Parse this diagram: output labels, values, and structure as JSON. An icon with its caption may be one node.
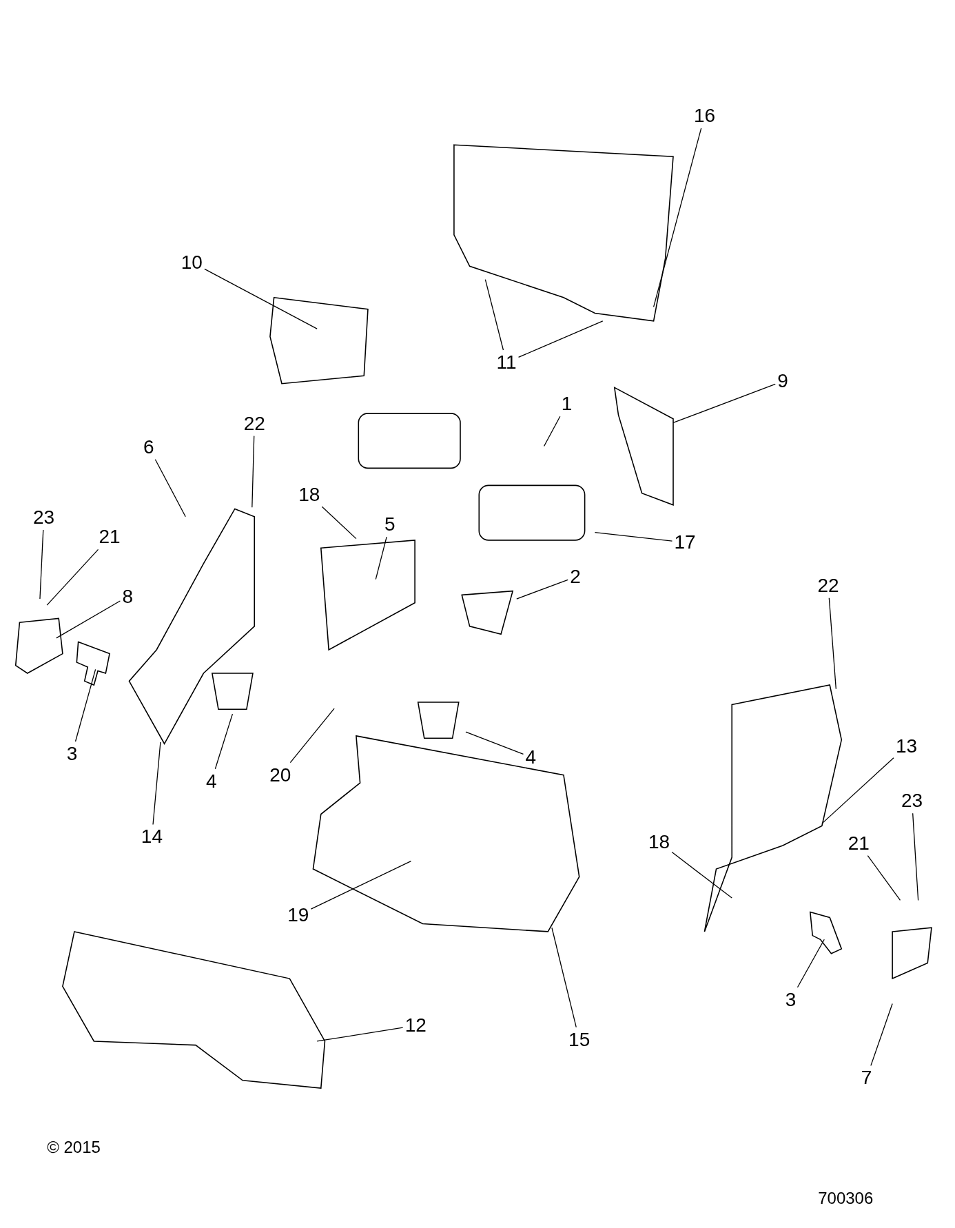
{
  "diagram": {
    "nodes": [
      {
        "text": [
          "16"
        ]
      },
      {
        "text": [
          "10"
        ]
      },
      {
        "text": [
          "11"
        ]
      },
      {
        "text": [
          "9"
        ]
      },
      {
        "text": [
          "1"
        ]
      },
      {
        "text": [
          "22"
        ]
      },
      {
        "text": [
          "6"
        ]
      },
      {
        "text": [
          "18"
        ]
      },
      {
        "text": [
          "23"
        ]
      },
      {
        "text": [
          "5"
        ]
      },
      {
        "text": [
          "21"
        ]
      },
      {
        "text": [
          "17"
        ]
      },
      {
        "text": [
          "2"
        ]
      },
      {
        "text": [
          "22"
        ]
      },
      {
        "text": [
          "8"
        ]
      },
      {
        "text": [
          "13"
        ]
      },
      {
        "text": [
          "3"
        ]
      },
      {
        "text": [
          "4"
        ]
      },
      {
        "text": [
          "20"
        ]
      },
      {
        "text": [
          "4"
        ]
      },
      {
        "text": [
          "23"
        ]
      },
      {
        "text": [
          "14"
        ]
      },
      {
        "text": [
          "18"
        ]
      },
      {
        "text": [
          "21"
        ]
      },
      {
        "text": [
          "19"
        ]
      },
      {
        "text": [
          "3"
        ]
      },
      {
        "text": [
          "12"
        ]
      },
      {
        "text": [
          "15"
        ]
      },
      {
        "text": [
          "7"
        ]
      }
    ],
    "edges": [
      {
        "from": 0,
        "to": null,
        "arrow": "none"
      },
      {
        "from": 1,
        "to": null,
        "arrow": "none"
      },
      {
        "from": 2,
        "to": null,
        "arrow": "none"
      },
      {
        "from": 2,
        "to": null,
        "arrow": "none"
      },
      {
        "from": 3,
        "to": null,
        "arrow": "none"
      },
      {
        "from": 4,
        "to": null,
        "arrow": "none"
      },
      {
        "from": 5,
        "to": null,
        "arrow": "none"
      },
      {
        "from": 6,
        "to": null,
        "arrow": "none"
      },
      {
        "from": 7,
        "to": null,
        "arrow": "none"
      },
      {
        "from": 8,
        "to": null,
        "arrow": "none"
      },
      {
        "from": 9,
        "to": null,
        "arrow": "none"
      },
      {
        "from": 10,
        "to": null,
        "arrow": "none"
      },
      {
        "from": 11,
        "to": null,
        "arrow": "none"
      },
      {
        "from": 12,
        "to": null,
        "arrow": "none"
      },
      {
        "from": 13,
        "to": null,
        "arrow": "none"
      },
      {
        "from": 14,
        "to": null,
        "arrow": "none"
      },
      {
        "from": 15,
        "to": null,
        "arrow": "none"
      },
      {
        "from": 16,
        "to": null,
        "arrow": "none"
      },
      {
        "from": 17,
        "to": null,
        "arrow": "none"
      },
      {
        "from": 18,
        "to": null,
        "arrow": "none"
      },
      {
        "from": 19,
        "to": null,
        "arrow": "none"
      },
      {
        "from": 20,
        "to": null,
        "arrow": "none"
      },
      {
        "from": 21,
        "to": null,
        "arrow": "none"
      },
      {
        "from": 22,
        "to": null,
        "arrow": "none"
      },
      {
        "from": 23,
        "to": null,
        "arrow": "none"
      },
      {
        "from": 24,
        "to": null,
        "arrow": "none"
      },
      {
        "from": 25,
        "to": null,
        "arrow": "none"
      },
      {
        "from": 26,
        "to": null,
        "arrow": "none"
      },
      {
        "from": 27,
        "to": null,
        "arrow": "none"
      },
      {
        "from": 28,
        "to": null,
        "arrow": "none"
      }
    ],
    "labels": [
      "© 2015",
      "700306"
    ]
  }
}
